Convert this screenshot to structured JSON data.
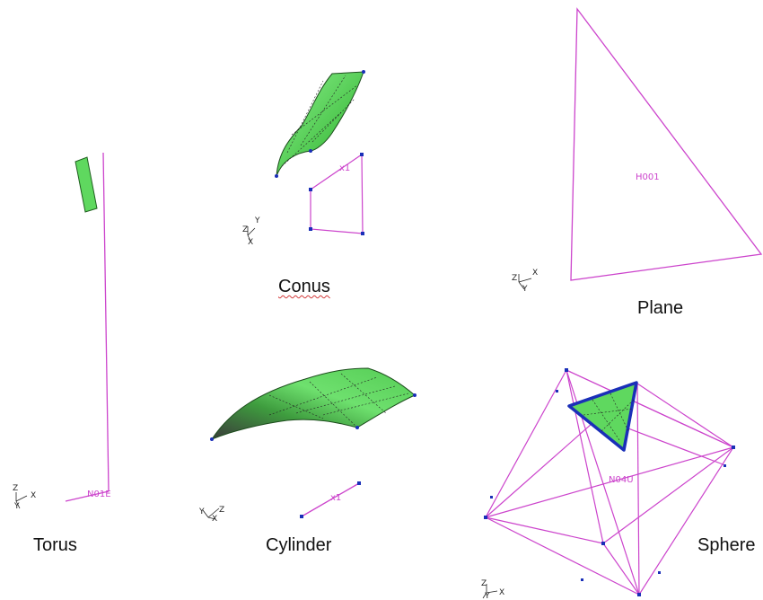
{
  "captions": {
    "torus": "Torus",
    "conus": "Conus",
    "plane": "Plane",
    "cylinder": "Cylinder",
    "sphere": "Sphere"
  },
  "tags": {
    "torus": "N01E",
    "conus": "x1",
    "plane": "H001",
    "cylinder": "x1",
    "sphere": "N04U"
  },
  "axes": {
    "torus": {
      "a": "Z",
      "b": "X",
      "c": "Y"
    },
    "conus": {
      "a": "Z",
      "b": "Y",
      "c": "X"
    },
    "plane": {
      "a": "Z",
      "b": "X",
      "c": "Y"
    },
    "cylinder": {
      "a": "Y",
      "b": "Z",
      "c": "X"
    },
    "sphere": {
      "a": "Z",
      "b": "X",
      "c": "Y"
    }
  },
  "colors": {
    "surface": "#5fd85f",
    "outline": "#cc44cc",
    "points": "#1a2fb8"
  }
}
